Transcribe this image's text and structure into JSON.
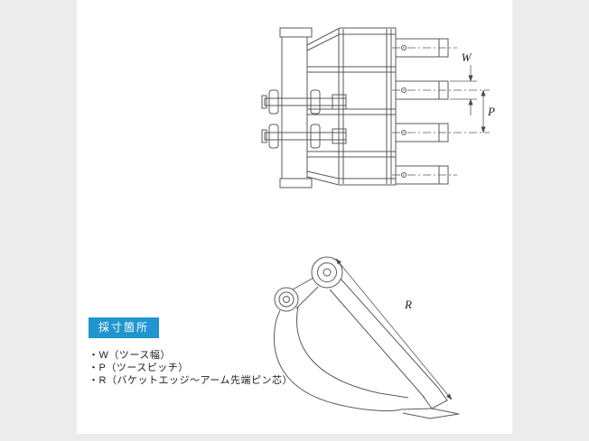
{
  "label_box": {
    "text": "採寸箇所"
  },
  "legend": {
    "items": [
      "・W（ツース幅）",
      "・P（ツースピッチ）",
      "・R（バケットエッジ～アーム先端ピン芯）"
    ]
  },
  "dimensions": {
    "w": "W",
    "p": "P",
    "r": "R"
  },
  "colors": {
    "page_bg": "#ececec",
    "panel_bg": "#ffffff",
    "line": "#595959",
    "text": "#1e1e1e",
    "label_bg": "#2095cf",
    "label_text": "#ffffff"
  }
}
